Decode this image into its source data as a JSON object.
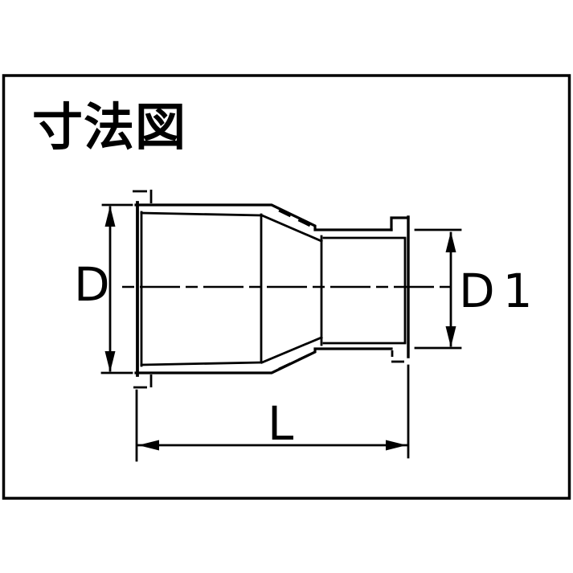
{
  "title": "寸法図",
  "dimension_labels": {
    "d": "D",
    "d1": "D1",
    "l": "L"
  },
  "colors": {
    "line": "#000000",
    "background": "#ffffff"
  }
}
